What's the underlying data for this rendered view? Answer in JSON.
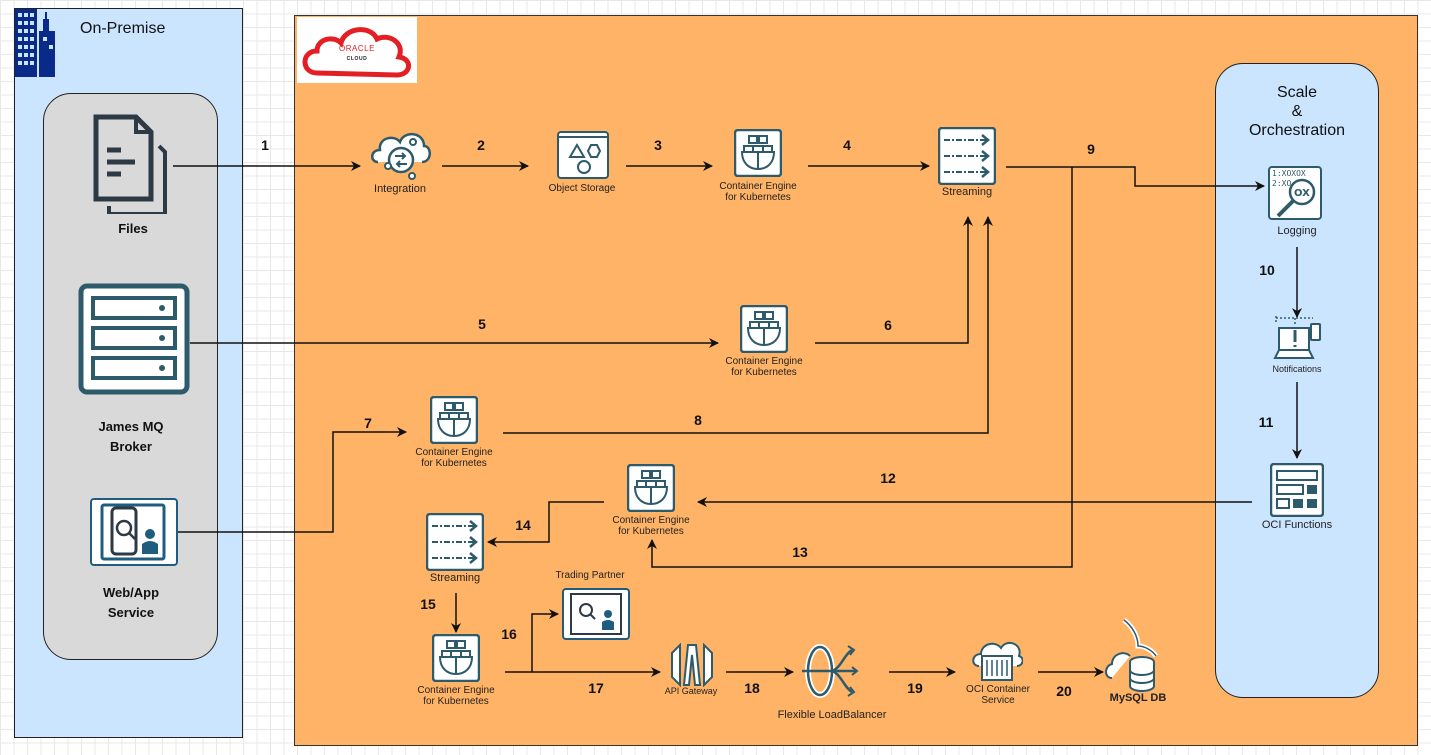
{
  "zones": {
    "on_premise": {
      "title": "On-Premise"
    },
    "cloud": {
      "logo_text": "ORACLE",
      "logo_subtext": "CLOUD"
    },
    "scale": {
      "title_lines": [
        "Scale",
        "&",
        "Orchestration"
      ]
    }
  },
  "on_premise_sources": [
    {
      "id": "files",
      "label_lines": [
        "Files"
      ]
    },
    {
      "id": "mq",
      "label_lines": [
        "James MQ",
        "Broker"
      ]
    },
    {
      "id": "webapp",
      "label_lines": [
        "Web/App",
        "Service"
      ]
    }
  ],
  "nodes": {
    "integration": [
      "Integration"
    ],
    "object_storage": [
      "Object Storage"
    ],
    "oke1": [
      "Container Engine",
      "for Kubernetes"
    ],
    "streaming1": [
      "Streaming"
    ],
    "oke2": [
      "Container Engine",
      "for Kubernetes"
    ],
    "oke3": [
      "Container Engine",
      "for Kubernetes"
    ],
    "oke4": [
      "Container Engine",
      "for Kubernetes"
    ],
    "streaming2": [
      "Streaming"
    ],
    "oke5": [
      "Container Engine",
      "for Kubernetes"
    ],
    "trading_partner": [
      "Trading Partner"
    ],
    "api_gateway": [
      "API Gateway"
    ],
    "load_balancer": [
      "Flexible LoadBalancer"
    ],
    "oci_container": [
      "OCI Container",
      "Service"
    ],
    "mysql": [
      "MySQL DB"
    ],
    "logging": [
      "Logging"
    ],
    "notifications": [
      "Notifications"
    ],
    "functions": [
      "OCI Functions"
    ]
  },
  "steps": [
    "1",
    "2",
    "3",
    "4",
    "5",
    "6",
    "7",
    "8",
    "9",
    "10",
    "11",
    "12",
    "13",
    "14",
    "15",
    "16",
    "17",
    "18",
    "19",
    "20"
  ],
  "colors": {
    "cloud_bg": "#ffb366",
    "onprem_bg": "#cce5ff",
    "inner_bg": "#d9d9d9",
    "icon": "#2e5b6b",
    "oracle_red": "#e31e24"
  }
}
